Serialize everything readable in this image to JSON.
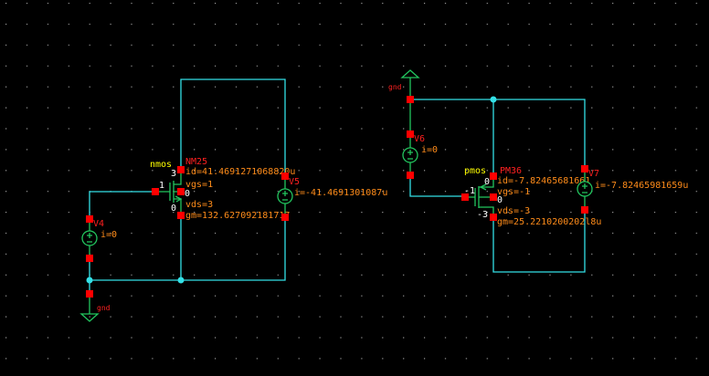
{
  "colors": {
    "background": "#000000",
    "wire": "#33e0e6",
    "device": "#22c55e",
    "pin": "#ff0000",
    "annotation": "#ff8c1a",
    "instance_name": "#ff2020",
    "cell_name": "#ffff00"
  },
  "left": {
    "nmos": {
      "cell": "nmos",
      "name": "NM25",
      "drain_v": "3",
      "gate_v": "1",
      "source_v": "0",
      "bulk_v": "0",
      "id": "id=41.4691271068820u",
      "vgs": "vgs=1",
      "vds": "vds=3",
      "gm": "gm=132.627092181717"
    },
    "v4": {
      "name": "V4",
      "current": "i=0"
    },
    "v5": {
      "name": "V5",
      "current": "i=-41.4691301087u"
    },
    "gnd": "gnd"
  },
  "right": {
    "pmos": {
      "cell": "pmos",
      "name": "PM36",
      "drain_v": "0",
      "gate_v": "-1",
      "source_v": "-3",
      "bulk_v": "0",
      "id": "id=-7.82465681661",
      "vgs": "vgs=-1",
      "vds": "vds=-3",
      "gm": "gm=25.2210200202l8u"
    },
    "v6": {
      "name": "V6",
      "current": "i=0"
    },
    "v7": {
      "name": "V7",
      "current": "i=-7.82465981659u"
    },
    "gnd": "gnd"
  }
}
